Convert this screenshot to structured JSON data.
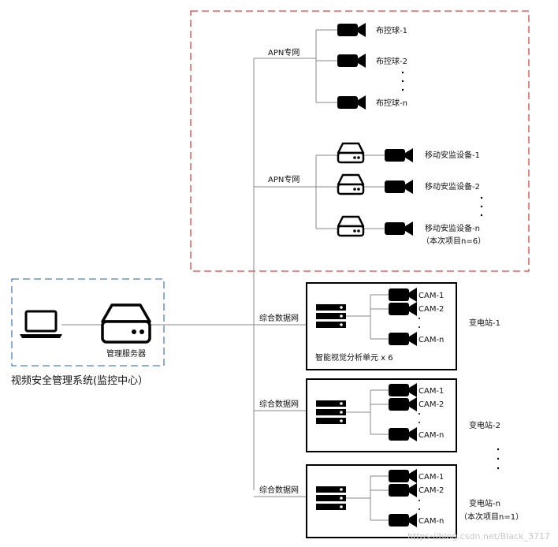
{
  "center": {
    "title": "视频安全管理系统(监控中心）",
    "server_label": "管理服务器"
  },
  "networks": {
    "apn_1": "APN专网",
    "apn_2": "APN专网",
    "integrated_1": "综合数据网",
    "integrated_2": "综合数据网",
    "integrated_3": "综合数据网"
  },
  "dome_cameras": {
    "items": [
      "布控球-1",
      "布控球-2",
      "布控球-n"
    ]
  },
  "mobile_devices": {
    "items": [
      "移动安监设备-1",
      "移动安监设备-2",
      "移动安监设备-n"
    ],
    "note": "（本次项目n=6）"
  },
  "substations": [
    {
      "name": "变电站-1",
      "cams": [
        "CAM-1",
        "CAM-2",
        "CAM-n"
      ],
      "unit_label": "智能视觉分析单元 x 6"
    },
    {
      "name": "变电站-2",
      "cams": [
        "CAM-1",
        "CAM-2",
        "CAM-n"
      ]
    },
    {
      "name": "变电站-n",
      "note": "（本次项目n=1）",
      "cams": [
        "CAM-1",
        "CAM-2",
        "CAM-n"
      ]
    }
  ],
  "watermark": "https://blog.csdn.net/Black_3717",
  "colors": {
    "apn_border": "#e04040",
    "center_border": "#4a7fd0",
    "line": "#888888",
    "device": "#000000"
  }
}
